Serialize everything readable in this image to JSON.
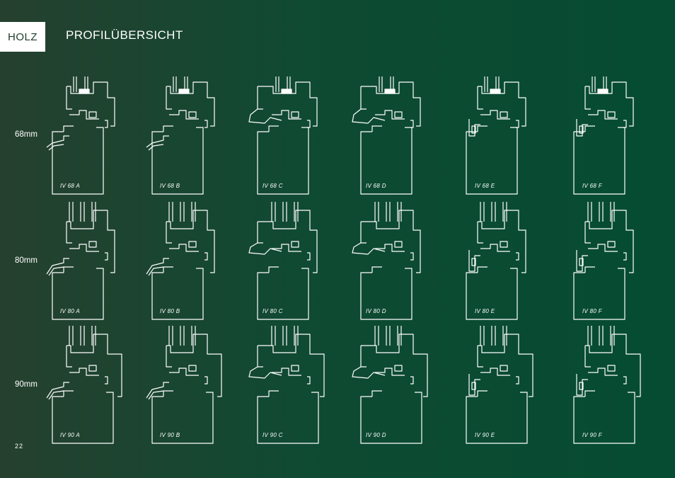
{
  "header": {
    "badge": "HOLZ",
    "title": "PROFILÜBERSICHT"
  },
  "rows": [
    {
      "label": "68mm",
      "profiles": [
        "IV 68 A",
        "IV 68 B",
        "IV 68 C",
        "IV 68 D",
        "IV 68 E",
        "IV 68 F"
      ]
    },
    {
      "label": "80mm",
      "profiles": [
        "IV 80 A",
        "IV 80 B",
        "IV 80 C",
        "IV 80 D",
        "IV 80 E",
        "IV 80 F"
      ]
    },
    {
      "label": "90mm",
      "profiles": [
        "IV 90 A",
        "IV 90 B",
        "IV 90 C",
        "IV 90 D",
        "IV 90 E",
        "IV 90 F"
      ]
    }
  ],
  "page_number": "22",
  "colors": {
    "line": "#ffffff",
    "background": "#054c32",
    "badge_text": "#1d3a2a"
  }
}
